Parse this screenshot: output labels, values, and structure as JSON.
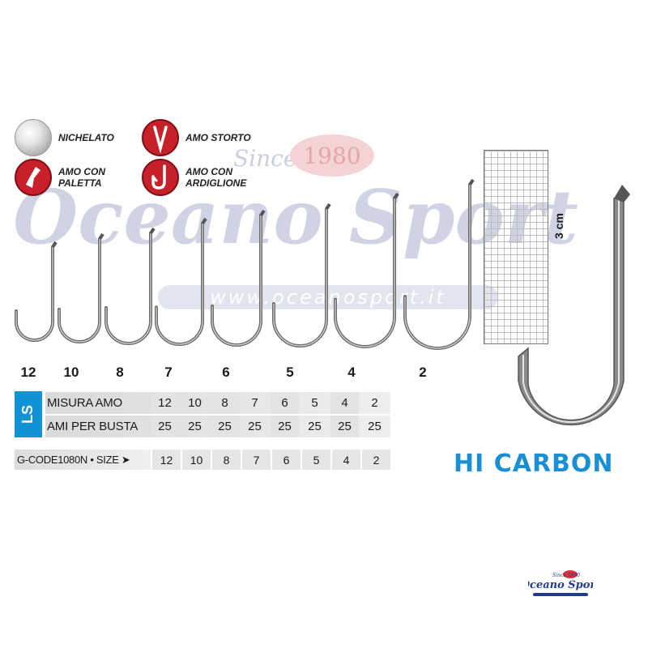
{
  "watermark": {
    "since": "Since",
    "year": "1980",
    "name": "Oceano Sport",
    "url": "www.oceanosport.it"
  },
  "legend": {
    "nichelato": "NICHELATO",
    "amo_storto": "AMO STORTO",
    "amo_con_paletta": [
      "AMO CON",
      "PALETTA"
    ],
    "amo_con_ardiglione": [
      "AMO CON",
      "ARDIGLIONE"
    ]
  },
  "ruler": {
    "label": "3 cm"
  },
  "sizes": [
    "12",
    "10",
    "8",
    "7",
    "6",
    "5",
    "4",
    "2"
  ],
  "table": {
    "badge": "LS",
    "rows": [
      {
        "label": "MISURA AMO",
        "values": [
          "12",
          "10",
          "8",
          "7",
          "6",
          "5",
          "4",
          "2"
        ]
      },
      {
        "label": "AMI PER BUSTA",
        "values": [
          "25",
          "25",
          "25",
          "25",
          "25",
          "25",
          "25",
          "25"
        ]
      }
    ],
    "gcode": {
      "label": "G-CODE1080N • SIZE ➤",
      "values": [
        "12",
        "10",
        "8",
        "7",
        "6",
        "5",
        "4",
        "2"
      ]
    }
  },
  "brand": "HI CARBON",
  "logo": {
    "text": "Oceano Sport",
    "since": "Since 1980"
  },
  "colors": {
    "accent_blue": "#0f93d6",
    "brand_blue": "#1a8fd3",
    "red_icon": "#c8202a",
    "watermark": "#c5c9de"
  }
}
